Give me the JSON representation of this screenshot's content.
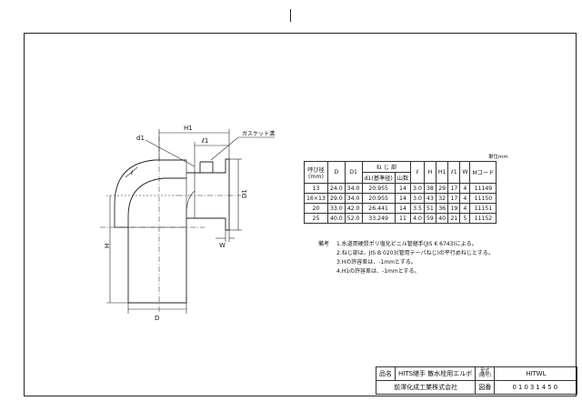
{
  "dimension_labels": {
    "H1": "H1",
    "l1": "ℓ1",
    "d1": "d1",
    "gasket": "ガスケット溝",
    "D1": "D1",
    "H": "H",
    "D": "D",
    "W": "W",
    "l": "ℓ"
  },
  "unit_note": "単位mm",
  "table": {
    "headers": {
      "nominal": "呼び径",
      "nominal_unit": "(mm)",
      "D": "D",
      "D1": "D1",
      "thread": "ね じ 部",
      "thread_d1": "d1(基準径)",
      "thread_count": "山数",
      "l": "ℓ",
      "H": "H",
      "H1": "H1",
      "l1": "ℓ1",
      "W": "W",
      "code": "Mコード"
    },
    "rows": [
      [
        "13",
        "24.0",
        "34.0",
        "20.955",
        "14",
        "3.0",
        "38",
        "29",
        "17",
        "4",
        "11149"
      ],
      [
        "16×13",
        "29.0",
        "34.0",
        "20.955",
        "14",
        "3.0",
        "43",
        "32",
        "17",
        "4",
        "11150"
      ],
      [
        "20",
        "33.0",
        "42.0",
        "26.441",
        "14",
        "3.5",
        "51",
        "36",
        "19",
        "4",
        "11151"
      ],
      [
        "25",
        "40.0",
        "52.0",
        "33.249",
        "11",
        "4.0",
        "59",
        "40",
        "21",
        "5",
        "11152"
      ]
    ]
  },
  "notes": {
    "label": "備考",
    "items": [
      "1.水道用硬質ポリ塩化ビニル管継手(JIS K 6743)による。",
      "2.ねじ部は、JIS B 0203(管用テーパねじ)の平行めねじとする。",
      "3.Hの許容差は、-1mmとする。",
      "4.H1の許容差は、-1mmとする。"
    ]
  },
  "title_block": {
    "name_label": "品名",
    "name_value": "HITS継手 散水栓用エルボ",
    "type_label_1": "型式",
    "type_label_2": "(略号)",
    "type_value": "HITWL",
    "company": "前澤化成工業株式会社",
    "drawing_no_label": "図番",
    "drawing_no_value": "01031450"
  }
}
